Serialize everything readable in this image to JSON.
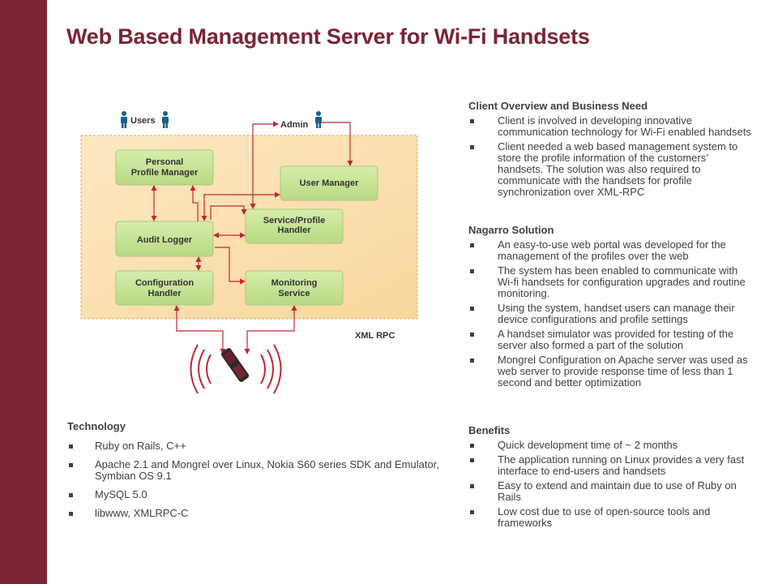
{
  "title": "Web Based Management Server for Wi-Fi Handsets",
  "diagram": {
    "users_label": "Users",
    "admin_label": "Admin",
    "xml_rpc_label": "XML RPC",
    "nodes": {
      "personal_profile_1": "Personal",
      "personal_profile_2": "Profile Manager",
      "user_manager": "User Manager",
      "service_profile_1": "Service/Profile",
      "service_profile_2": "Handler",
      "audit_logger": "Audit Logger",
      "config_handler_1": "Configuration",
      "config_handler_2": "Handler",
      "monitoring_1": "Monitoring",
      "monitoring_2": "Service"
    }
  },
  "client": {
    "heading": "Client Overview and Business Need",
    "items": [
      "Client is involved in developing innovative communication technology for Wi-Fi enabled handsets",
      "Client needed a web based management system to store the profile information of the customers’ handsets. The solution was also required to communicate with the handsets for profile synchronization over XML-RPC"
    ]
  },
  "nagarro": {
    "heading": "Nagarro Solution",
    "items": [
      "An easy-to-use web portal was developed for the management of the profiles over the web",
      "The system has been enabled to communicate with Wi-fi handsets  for configuration upgrades and routine monitoring.",
      "Using the system, handset users can manage their device configurations and profile settings",
      "A handset simulator was provided for testing of the server also formed a part of the solution",
      "Mongrel Configuration on Apache server was used as web server to provide response time of less than 1 second and better optimization"
    ]
  },
  "technology": {
    "heading": "Technology",
    "items": [
      "Ruby on Rails, C++",
      "Apache 2.1 and Mongrel over Linux, Nokia S60 series SDK and Emulator, Symbian OS 9.1",
      "MySQL 5.0",
      "libwww,  XMLRPC-C"
    ]
  },
  "benefits": {
    "heading": "Benefits",
    "items": [
      "Quick development time of ~ 2 months",
      "The application running on Linux provides a very fast interface to end-users and handsets",
      "Easy to extend and maintain due to use of Ruby on Rails",
      "Low cost due to use of open-source tools and frameworks"
    ]
  },
  "colors": {
    "brand": "#7b2435",
    "node_fill": "#c8e39a",
    "panel_fill": "#fbe2b8",
    "arrow": "#c0282d",
    "person": "#1f5f8a"
  }
}
